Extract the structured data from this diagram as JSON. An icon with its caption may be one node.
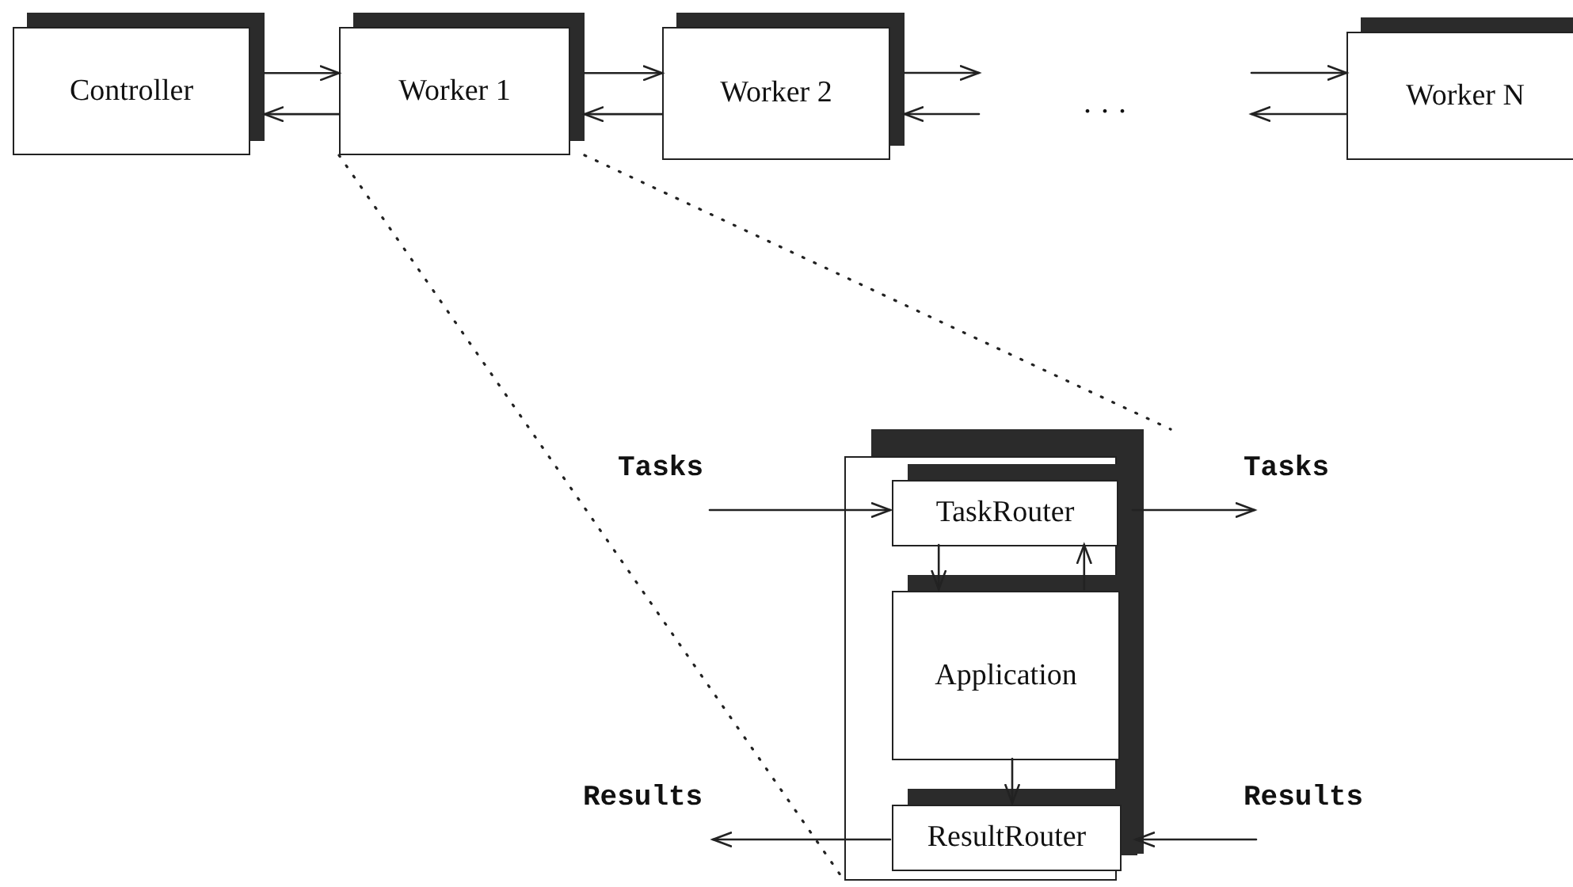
{
  "diagram": {
    "nodes": [
      {
        "text": [
          "Controller"
        ]
      },
      {
        "text": [
          "Worker 1"
        ]
      },
      {
        "text": [
          "Worker 2"
        ]
      },
      {
        "text": [
          "Worker N"
        ]
      },
      {
        "text": [],
        "shape": "box"
      },
      {
        "text": [
          "TaskRouter"
        ],
        "in": 4
      },
      {
        "text": [
          "Application"
        ],
        "in": 4
      },
      {
        "text": [
          "ResultRouter"
        ],
        "in": 4
      }
    ],
    "edges": [
      {
        "from": 0,
        "to": 1,
        "arrow": "to"
      },
      {
        "from": 1,
        "to": 0,
        "arrow": "to"
      },
      {
        "from": 1,
        "to": 2,
        "arrow": "to"
      },
      {
        "from": 2,
        "to": 1,
        "arrow": "to"
      },
      {
        "from": 2,
        "to": null,
        "arrow": "to"
      },
      {
        "from": null,
        "to": 2,
        "arrow": "to"
      },
      {
        "from": null,
        "to": 3,
        "arrow": "to"
      },
      {
        "from": 3,
        "to": null,
        "arrow": "to"
      },
      {
        "from": null,
        "to": 5,
        "arrow": "to",
        "label": "Tasks"
      },
      {
        "from": 5,
        "to": null,
        "arrow": "to",
        "label": "Tasks"
      },
      {
        "from": 5,
        "to": 6,
        "arrow": "to"
      },
      {
        "from": 6,
        "to": 5,
        "arrow": "to"
      },
      {
        "from": 6,
        "to": 7,
        "arrow": "to"
      },
      {
        "from": null,
        "to": 7,
        "arrow": "to",
        "label": "Results"
      },
      {
        "from": 7,
        "to": null,
        "arrow": "to",
        "label": "Results"
      },
      {
        "from": 1,
        "to": 4,
        "arrow": "none",
        "style": "dashed"
      },
      {
        "from": 1,
        "to": 4,
        "arrow": "none",
        "style": "dashed"
      }
    ],
    "labels": [
      "..."
    ]
  }
}
